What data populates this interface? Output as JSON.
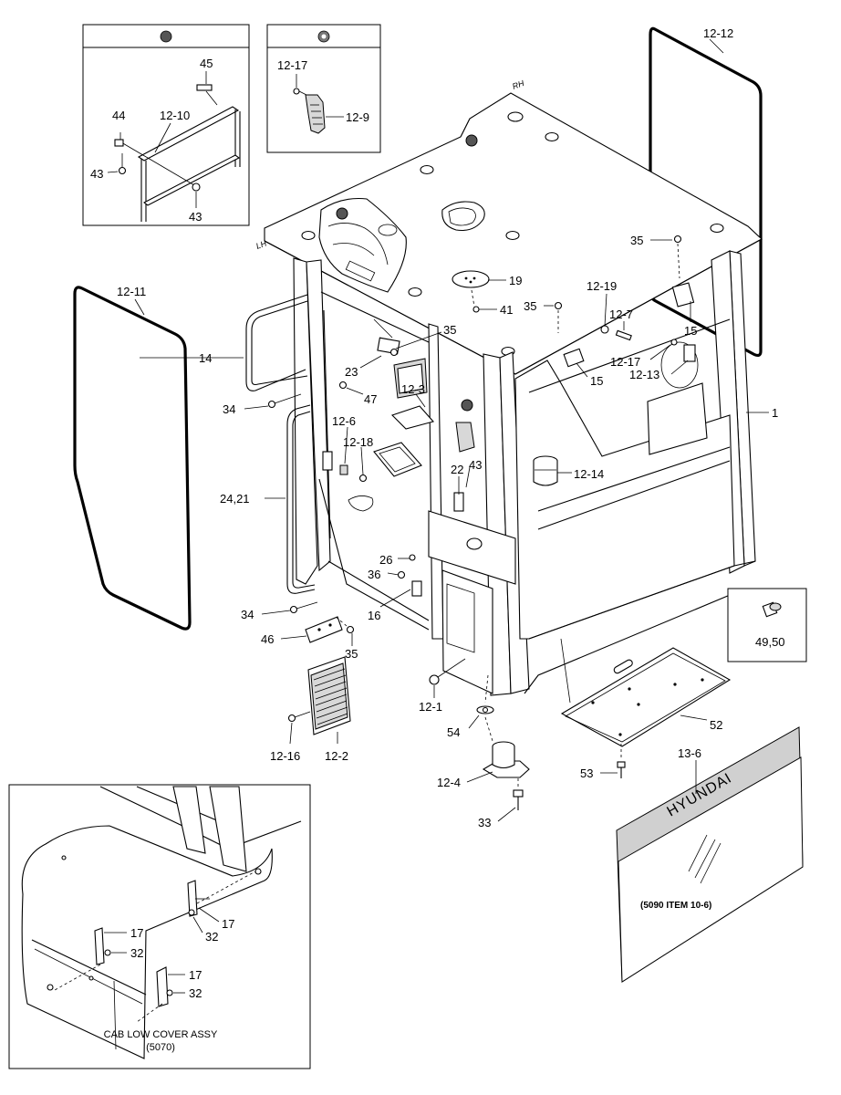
{
  "callouts": {
    "c1": "1",
    "c12_1": "12-1",
    "c12_2": "12-2",
    "c12_3": "12-3",
    "c12_4": "12-4",
    "c12_6": "12-6",
    "c12_7": "12-7",
    "c12_9": "12-9",
    "c12_10": "12-10",
    "c12_11": "12-11",
    "c12_12": "12-12",
    "c12_13": "12-13",
    "c12_14": "12-14",
    "c12_16": "12-16",
    "c12_17a": "12-17",
    "c12_17b": "12-17",
    "c12_18": "12-18",
    "c12_19": "12-19",
    "c13_6": "13-6",
    "c14": "14",
    "c15a": "15",
    "c15b": "15",
    "c16": "16",
    "c17a": "17",
    "c17b": "17",
    "c17c": "17",
    "c19": "19",
    "c22": "22",
    "c23": "23",
    "c24_21": "24,21",
    "c26": "26",
    "c32a": "32",
    "c32b": "32",
    "c32c": "32",
    "c33": "33",
    "c34a": "34",
    "c34b": "34",
    "c35a": "35",
    "c35b": "35",
    "c35c": "35",
    "c35d": "35",
    "c36": "36",
    "c41": "41",
    "c43a": "43",
    "c43b": "43",
    "c43c": "43",
    "c44": "44",
    "c45": "45",
    "c46": "46",
    "c47": "47",
    "c49_50": "49,50",
    "c52": "52",
    "c53": "53",
    "c54": "54"
  },
  "labels": {
    "rh": "RH",
    "lh": "LH",
    "glass_brand": "HYUNDAI",
    "glass_ref": "(5090 ITEM 10-6)",
    "low_cover_title": "CAB LOW COVER ASSY",
    "low_cover_ref": "(5070)"
  },
  "insets": {
    "top_left_marker": "dark-dot-marker",
    "top_mid_marker": "ring-dot-marker"
  }
}
